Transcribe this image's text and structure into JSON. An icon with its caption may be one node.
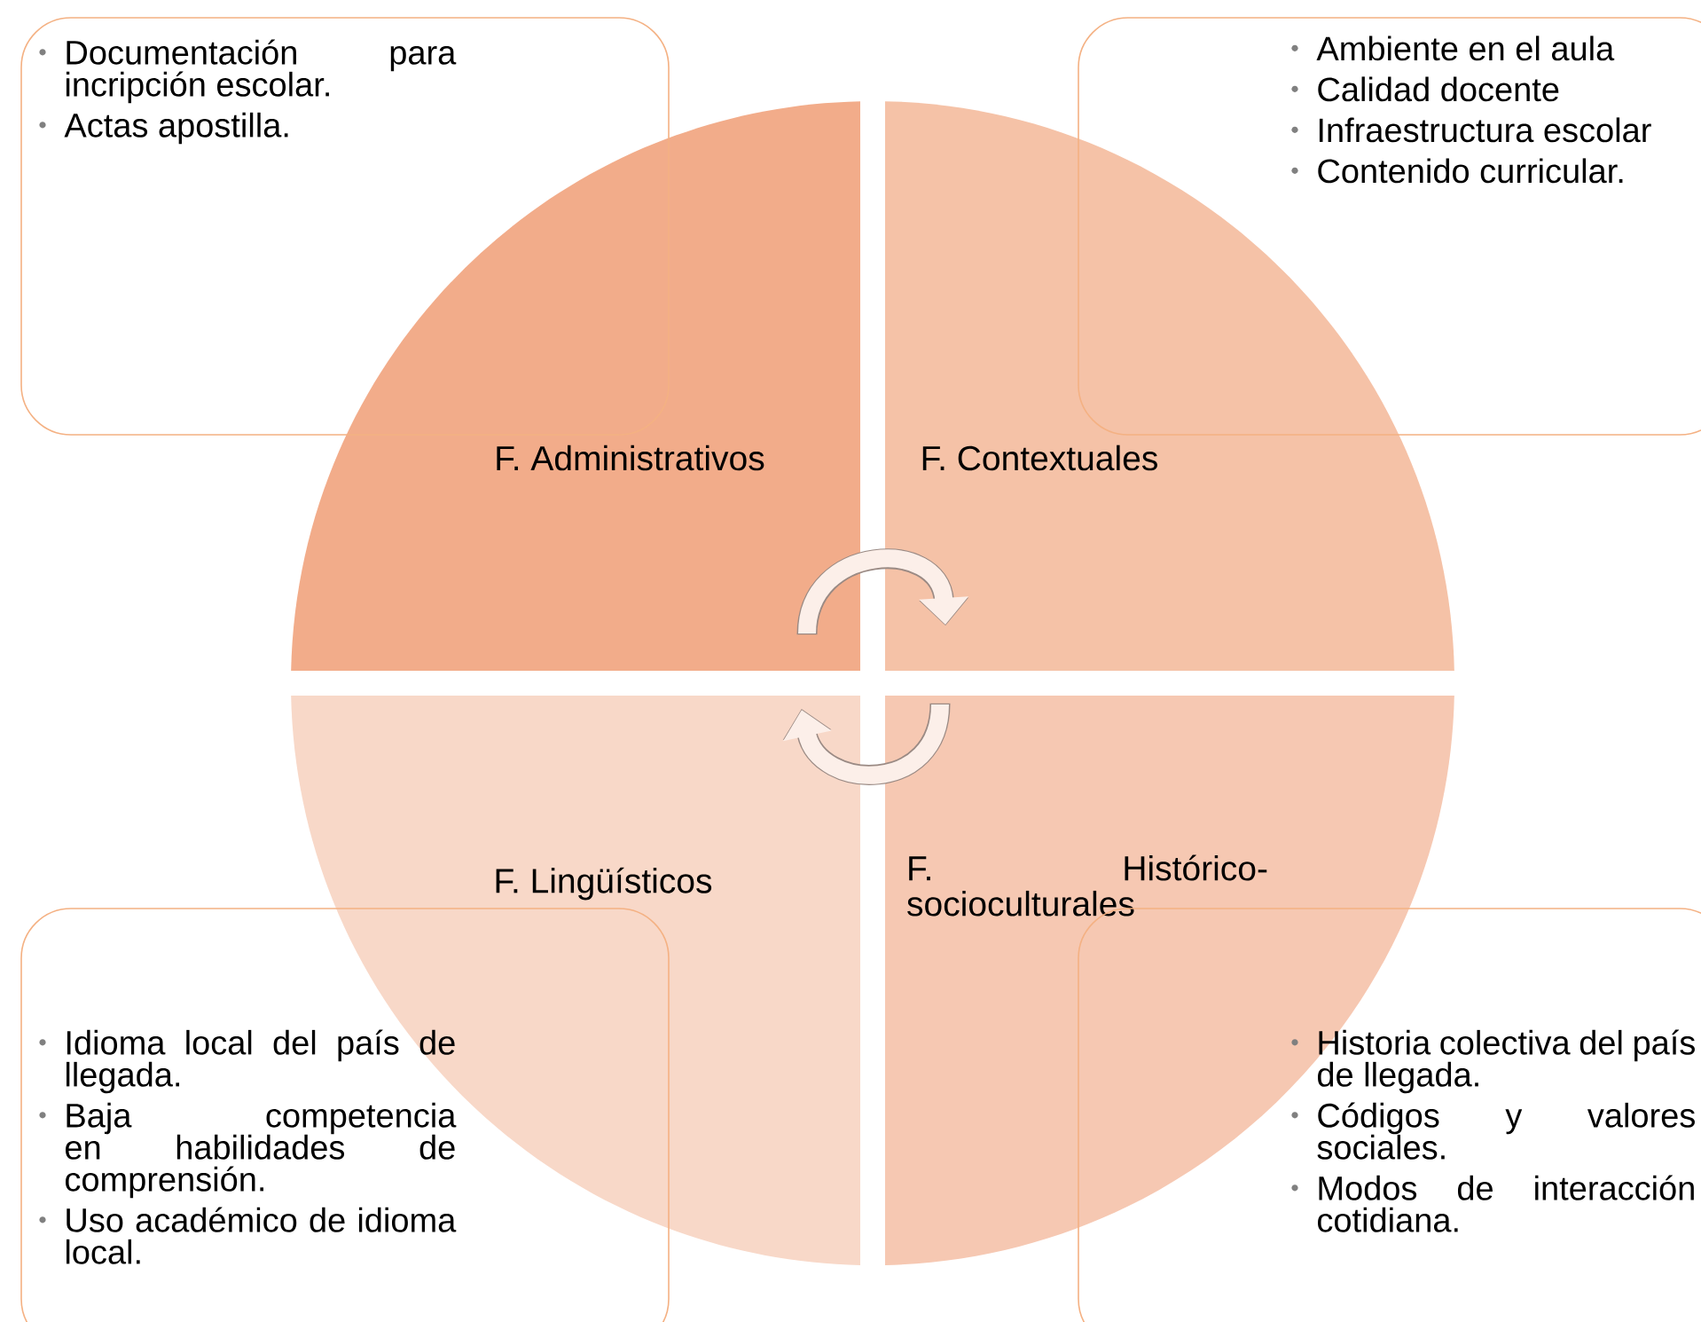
{
  "diagram": {
    "nodes": [
      {
        "text": [
          "Documentación para incripción escolar.",
          "Actas apostilla."
        ]
      },
      {
        "text": [
          "Ambiente en el aula",
          "Calidad docente",
          "Infraestructura escolar",
          "Contenido curricular."
        ]
      },
      {
        "text": [
          "F. Administrativos"
        ]
      },
      {
        "text": [
          "F. Contextuales"
        ]
      },
      {
        "text": [
          "F. Lingüísticos"
        ]
      },
      {
        "text": [
          "F. Histórico-socioculturales"
        ]
      },
      {
        "text": [
          "Idioma local del país de llegada.",
          "Baja competencia en habilidades de comprensión.",
          "Uso académico de idioma local."
        ]
      },
      {
        "text": [
          "Historia colectiva del país de llegada.",
          "Códigos y valores sociales.",
          "Modos de interacción cotidiana."
        ]
      }
    ],
    "edges": [
      {
        "from": 2,
        "to": 3,
        "arrow": "to"
      },
      {
        "from": 5,
        "to": 4,
        "arrow": "to"
      }
    ]
  }
}
